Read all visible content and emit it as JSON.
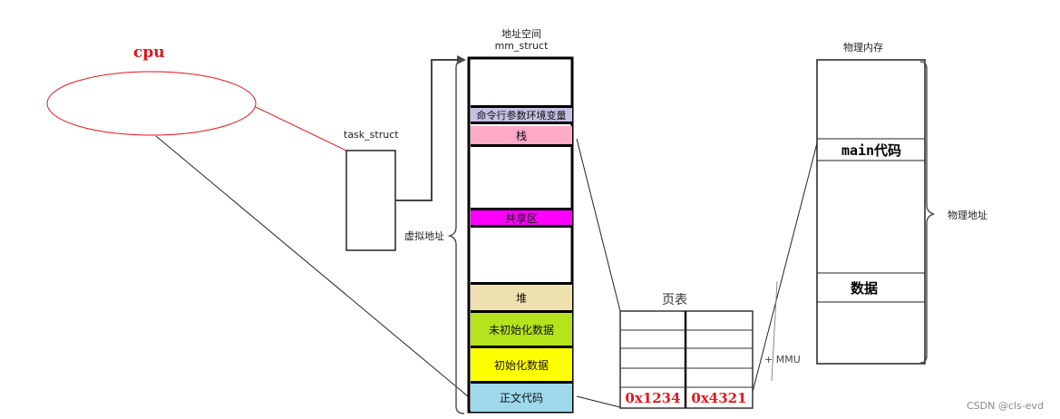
{
  "cpu": {
    "label": "cpu"
  },
  "task_struct": {
    "label": "task_struct"
  },
  "mm_struct": {
    "title": "地址空间",
    "subtitle": "mm_struct",
    "side_label": "虚拟地址",
    "segments": [
      {
        "label": "",
        "color": "#ffffff"
      },
      {
        "label": "命令行参数环境变量",
        "color": "#c8c0e4"
      },
      {
        "label": "栈",
        "color": "#ffaac8"
      },
      {
        "label": "",
        "color": "#ffffff"
      },
      {
        "label": "共享区",
        "color": "#ff00ff"
      },
      {
        "label": "",
        "color": "#ffffff"
      },
      {
        "label": "堆",
        "color": "#efe0b0"
      },
      {
        "label": "未初始化数据",
        "color": "#b5e31c"
      },
      {
        "label": "初始化数据",
        "color": "#ffff00"
      },
      {
        "label": "正文代码",
        "color": "#9dd9ea"
      }
    ]
  },
  "page_table": {
    "title": "页表",
    "virtual": "0x1234",
    "physical": "0x4321",
    "mmu_label": "+ MMU"
  },
  "physical_memory": {
    "title": "物理内存",
    "side_label": "物理地址",
    "main_code": "main代码",
    "data": "数据"
  },
  "watermark": "CSDN @cls-evd"
}
